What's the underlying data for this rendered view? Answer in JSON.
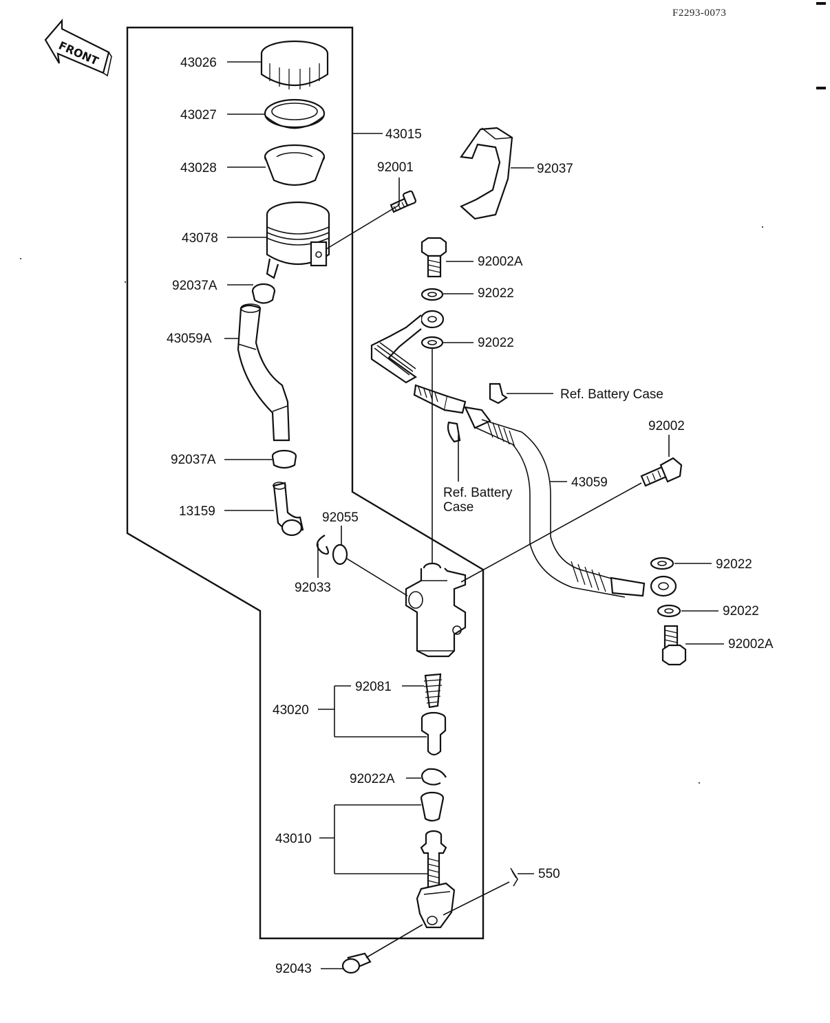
{
  "drawing_code": "F2293-0073",
  "front_label": "FRONT",
  "part_labels": {
    "p43026": "43026",
    "p43027": "43027",
    "p43028": "43028",
    "p43015": "43015",
    "p92001": "92001",
    "p92037": "92037",
    "p43078": "43078",
    "p92002A_top": "92002A",
    "p92037A_top": "92037A",
    "p92022_a": "92022",
    "p43059A": "43059A",
    "p92022_b": "92022",
    "ref_battery_case_1": "Ref. Battery Case",
    "p92002": "92002",
    "ref_battery_case_2_line1": "Ref. Battery",
    "ref_battery_case_2_line2": "Case",
    "p43059": "43059",
    "p92037A_bottom": "92037A",
    "p92055": "92055",
    "p13159": "13159",
    "p92033": "92033",
    "p92022_c": "92022",
    "p92022_d": "92022",
    "p92002A_bottom": "92002A",
    "p92081": "92081",
    "p43020": "43020",
    "p92022A": "92022A",
    "p43010": "43010",
    "p550": "550",
    "p92043": "92043"
  }
}
